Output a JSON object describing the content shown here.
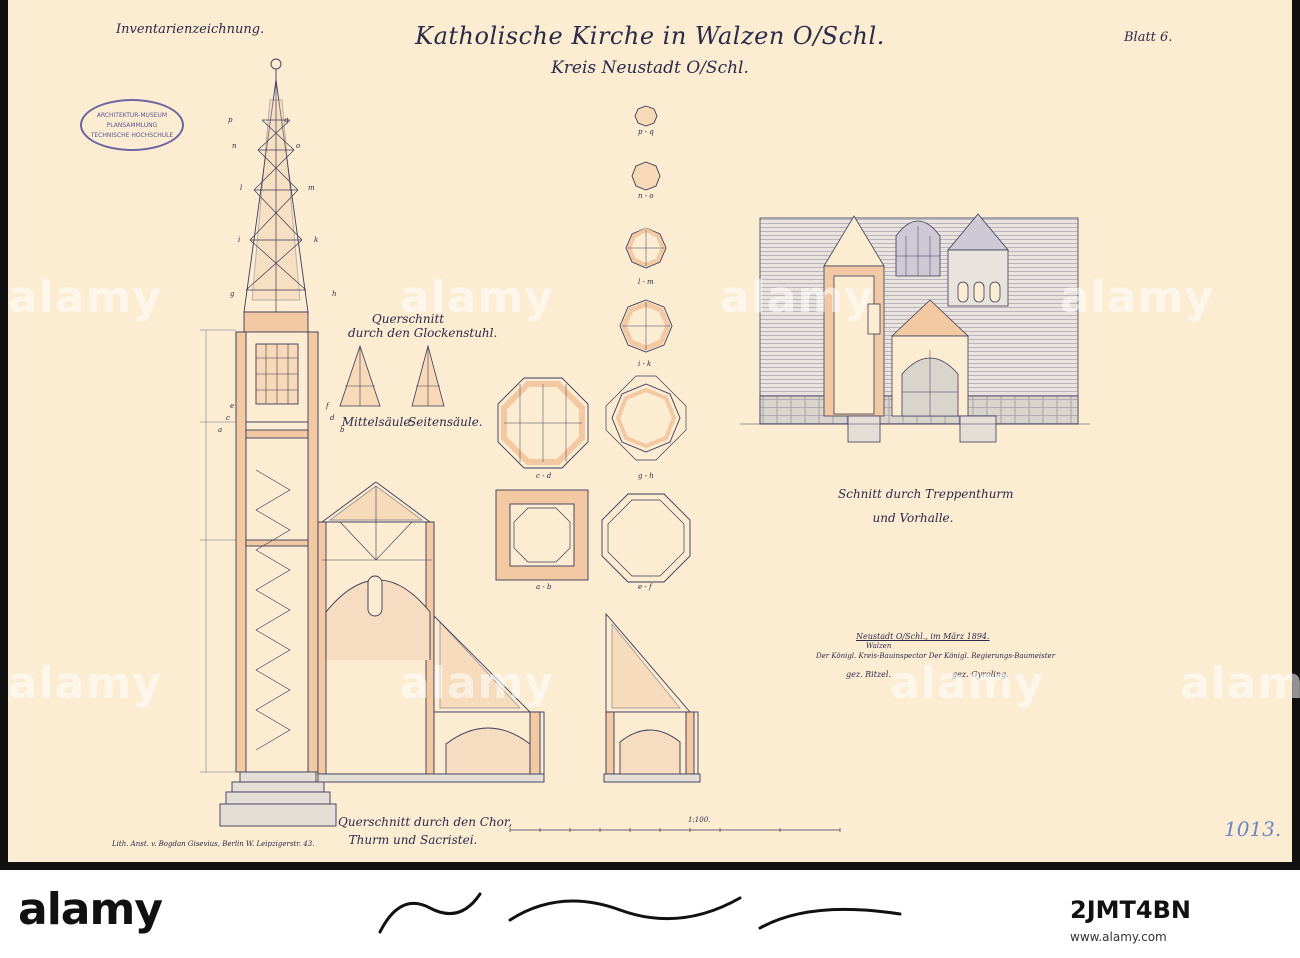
{
  "sheet": {
    "corner_left": "Inventarienzeichnung.",
    "corner_right": "Blatt 6.",
    "title": "Katholische Kirche in Walzen O/Schl.",
    "subtitle": "Kreis Neustadt O/Schl.",
    "stamp_lines": [
      "ARCHITEKTUR-MUSEUM",
      "PLANSAMMLUNG",
      "TECHNISCHE HOCHSCHULE"
    ],
    "captions": {
      "bell_frame": [
        "Querschnitt",
        "durch den Glockenstuhl."
      ],
      "middle_column": "Mittelsäule.",
      "side_column": "Seitensäule.",
      "main_section": [
        "Querschnitt durch den Chor,",
        "Thurm und Sacristei."
      ],
      "stair_tower": [
        "Schnitt durch Treppenthurm",
        "und Vorhalle."
      ]
    },
    "section_labels": {
      "spire": [
        "p",
        "q",
        "n",
        "o",
        "l",
        "m",
        "i",
        "k",
        "g",
        "h",
        "e",
        "f",
        "c",
        "d",
        "a",
        "b"
      ],
      "octagons": [
        "p - q",
        "n - o",
        "l - m",
        "i - k",
        "g - h"
      ],
      "squares": [
        "c - d",
        "a - b",
        "e - f"
      ]
    },
    "signature_block": {
      "place_date": "Neustadt O/Schl., im März 1894.",
      "place_sub": "Walzen",
      "roles": "Der Königl. Kreis-Bauinspector   Der Königl. Regierungs-Baumeister",
      "names": [
        "gez. Ritzel.",
        "gez. Gyroling."
      ]
    },
    "scale_label": "1:100.",
    "printer_note": "Lith. Anst. v. Bogdan Gisevius, Berlin W. Leipzigerstr. 43.",
    "inventory_number": "1013."
  },
  "watermark": "alamy",
  "footer": {
    "logo": "alamy",
    "image_id": "2JMT4BN",
    "url": "www.alamy.com"
  },
  "colors": {
    "paper": "#fbecd2",
    "ink": "#2b2b4a",
    "wash": "#f2c9a2",
    "stamp": "#6a67a2",
    "inventory": "#6b86c6"
  }
}
